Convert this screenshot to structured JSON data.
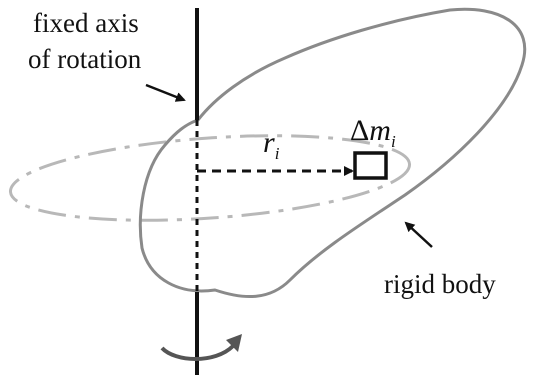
{
  "labels": {
    "axis_line1": "fixed axis",
    "axis_line2": "of rotation",
    "radius_symbol": "r",
    "radius_subscript": "i",
    "mass_delta": "Δ",
    "mass_symbol": "m",
    "mass_subscript": "i",
    "body": "rigid body"
  },
  "colors": {
    "ink": "#111111",
    "outline": "#8a8a8a",
    "orbit": "#b8b8b8"
  }
}
